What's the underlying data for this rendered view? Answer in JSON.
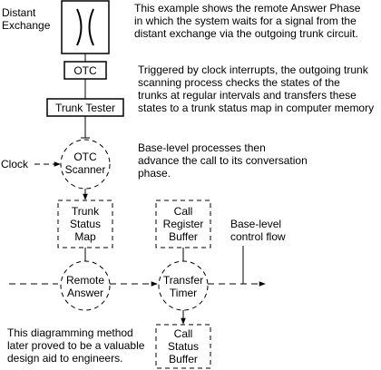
{
  "diagram": {
    "distant_exchange": "Distant\nExchange",
    "intro_note": "This example shows the remote Answer Phase\nin which the system waits for a  signal from the\ndistant exchange via the outgoing trunk circuit.",
    "otc_box": "OTC",
    "trunk_tester_box": "Trunk Tester",
    "scanning_note": "Triggered by clock interrupts, the outgoing trunk\nscanning process checks the states of the\ntrunks at  regular intervals and transfers these\nstates to a trunk status map in computer memory",
    "clock_label": "Clock",
    "otc_scanner": "OTC\nScanner",
    "base_level_note": "Base-level processes then\nadvance the call to its conversation\nphase.",
    "trunk_status_map": "Trunk\nStatus\nMap",
    "call_register_buffer": "Call\nRegister\nBuffer",
    "control_flow_label": "Base-level\ncontrol flow",
    "remote_answer": "Remote\nAnswer",
    "transfer_timer": "Transfer\nTimer",
    "method_note": "This diagramming method\nlater proved to be a valuable\ndesign aid to engineers.",
    "call_status_buffer": "Call\nStatus\nBuffer"
  }
}
